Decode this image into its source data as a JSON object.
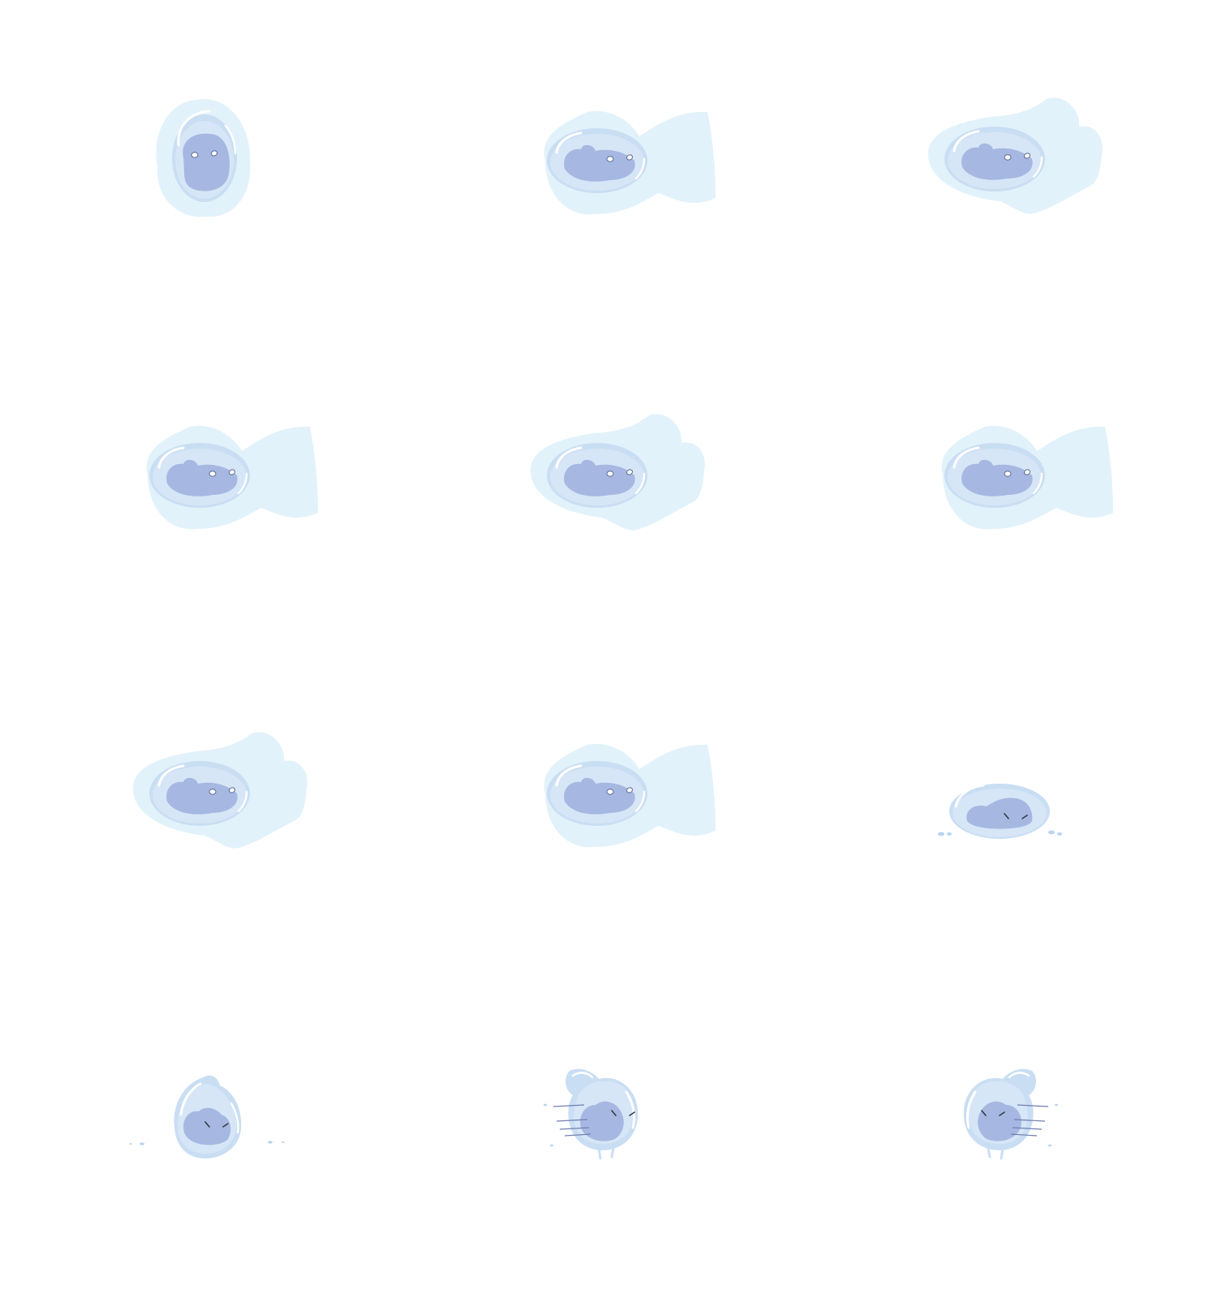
{
  "sheet": {
    "background": "#ffffff",
    "colors": {
      "halo": "#e2f2fb",
      "bubble_outer": "#c9def3",
      "bubble_inner": "#d6e6f7",
      "bubble_rim": "#ffffff",
      "core": "#a6b8e1",
      "core_dark": "#99abd9",
      "eye_fill": "#ffffff",
      "eye_stroke": "#5a6a90",
      "eye_closed": "#333b4a",
      "speed_line": "#6f7fb3",
      "droplet": "#b9d4ef"
    },
    "frames": [
      {
        "row": 0,
        "col": 0,
        "pose": "upright-idle",
        "eyes": "open",
        "halo": "round"
      },
      {
        "row": 0,
        "col": 1,
        "pose": "swim-left",
        "eyes": "open",
        "halo": "tail-fin"
      },
      {
        "row": 0,
        "col": 2,
        "pose": "swim-left",
        "eyes": "open",
        "halo": "tail-swept"
      },
      {
        "row": 1,
        "col": 0,
        "pose": "swim-left",
        "eyes": "open",
        "halo": "tail-fin"
      },
      {
        "row": 1,
        "col": 1,
        "pose": "swim-left",
        "eyes": "open",
        "halo": "tail-swept"
      },
      {
        "row": 1,
        "col": 2,
        "pose": "swim-left",
        "eyes": "open",
        "halo": "tail-fin"
      },
      {
        "row": 2,
        "col": 0,
        "pose": "swim-left",
        "eyes": "open",
        "halo": "tail-swept"
      },
      {
        "row": 2,
        "col": 1,
        "pose": "swim-left",
        "eyes": "open",
        "halo": "tail-fin"
      },
      {
        "row": 2,
        "col": 2,
        "pose": "squash-land",
        "eyes": "squint",
        "halo": "none"
      },
      {
        "row": 3,
        "col": 0,
        "pose": "blob-stand",
        "eyes": "squint",
        "halo": "none"
      },
      {
        "row": 3,
        "col": 1,
        "pose": "dash-right",
        "eyes": "squint",
        "halo": "none"
      },
      {
        "row": 3,
        "col": 2,
        "pose": "dash-left",
        "eyes": "squint",
        "halo": "none"
      }
    ]
  }
}
